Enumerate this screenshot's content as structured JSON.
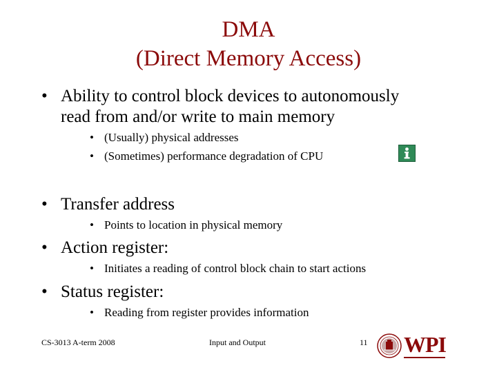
{
  "title": {
    "line1": "DMA",
    "line2": "(Direct Memory Access)"
  },
  "bullets": {
    "ability": {
      "line1": "Ability to control block devices to autonomously",
      "line2": "read from and/or write to main memory",
      "sub": [
        "(Usually) physical addresses",
        "(Sometimes) performance degradation of CPU"
      ]
    },
    "transfer": {
      "text": "Transfer address",
      "sub": [
        "Points to location in physical memory"
      ]
    },
    "action": {
      "text": "Action register:",
      "sub": [
        "Initiates a reading of control block chain to start actions"
      ]
    },
    "status": {
      "text": "Status register:",
      "sub": [
        "Reading from register provides information"
      ]
    }
  },
  "footer": {
    "course": "CS-3013 A-term 2008",
    "topic": "Input and Output",
    "page": "11",
    "logo_text": "WPI"
  },
  "colors": {
    "title": "#8b0a0a",
    "text": "#000000",
    "info_icon": "#2f8a57"
  },
  "icons": {
    "info": "info-icon",
    "seal": "university-seal-icon"
  }
}
